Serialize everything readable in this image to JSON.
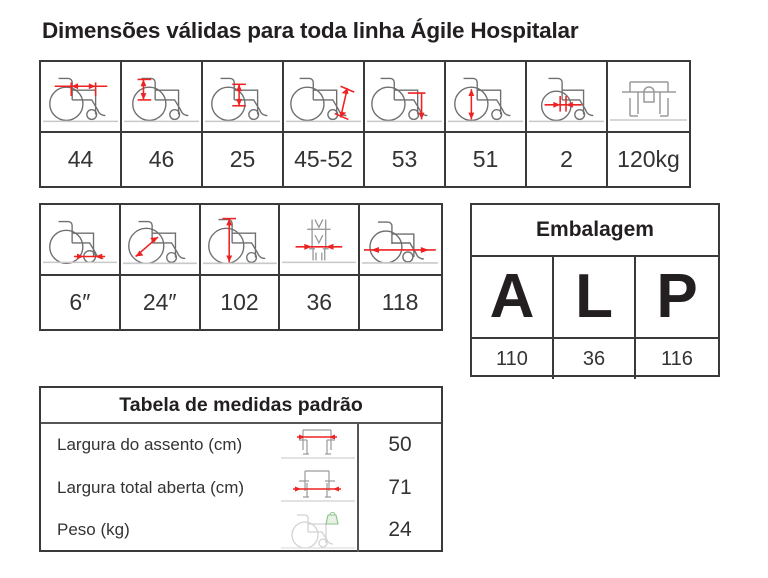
{
  "page": {
    "title": "Dimensões válidas para toda linha Ágile Hospitalar",
    "colors": {
      "text": "#231f20",
      "border": "#3a3a3a",
      "arrow_red": "#ee2222",
      "drawing_gray": "#9a9a9a",
      "weight_badge_green": "#8dc08d"
    }
  },
  "spec_table_1": {
    "cells": [
      {
        "icon": "wheelchair-seat-depth-icon",
        "value": "44"
      },
      {
        "icon": "wheelchair-backrest-height-icon",
        "value": "46"
      },
      {
        "icon": "wheelchair-armrest-height-icon",
        "value": "25"
      },
      {
        "icon": "wheelchair-footrest-length-icon",
        "value": "45-52"
      },
      {
        "icon": "wheelchair-seat-to-floor-height-icon",
        "value": "53"
      },
      {
        "icon": "wheelchair-rear-wheel-height-icon",
        "value": "51"
      },
      {
        "icon": "wheelchair-caster-width-icon",
        "value": "2"
      },
      {
        "icon": "wheelchair-max-load-icon",
        "value": "120kg"
      }
    ]
  },
  "spec_table_2": {
    "cells": [
      {
        "icon": "wheelchair-caster-diameter-icon",
        "value": "6″"
      },
      {
        "icon": "wheelchair-rear-wheel-diameter-icon",
        "value": "24″"
      },
      {
        "icon": "wheelchair-total-height-icon",
        "value": "102"
      },
      {
        "icon": "wheelchair-folded-width-icon",
        "value": "36"
      },
      {
        "icon": "wheelchair-total-length-icon",
        "value": "118"
      }
    ]
  },
  "packaging_table": {
    "header": "Embalagem",
    "letters": [
      "A",
      "L",
      "P"
    ],
    "values": [
      "110",
      "36",
      "116"
    ]
  },
  "standard_table": {
    "header": "Tabela de medidas padrão",
    "rows": [
      {
        "label": "Largura do assento (cm)",
        "icon": "wheelchair-seat-width-front-icon",
        "value": "50"
      },
      {
        "label": "Largura total aberta (cm)",
        "icon": "wheelchair-total-width-front-icon",
        "value": "71"
      },
      {
        "label": "Peso (kg)",
        "icon": "wheelchair-weight-icon",
        "value": "24"
      }
    ]
  }
}
